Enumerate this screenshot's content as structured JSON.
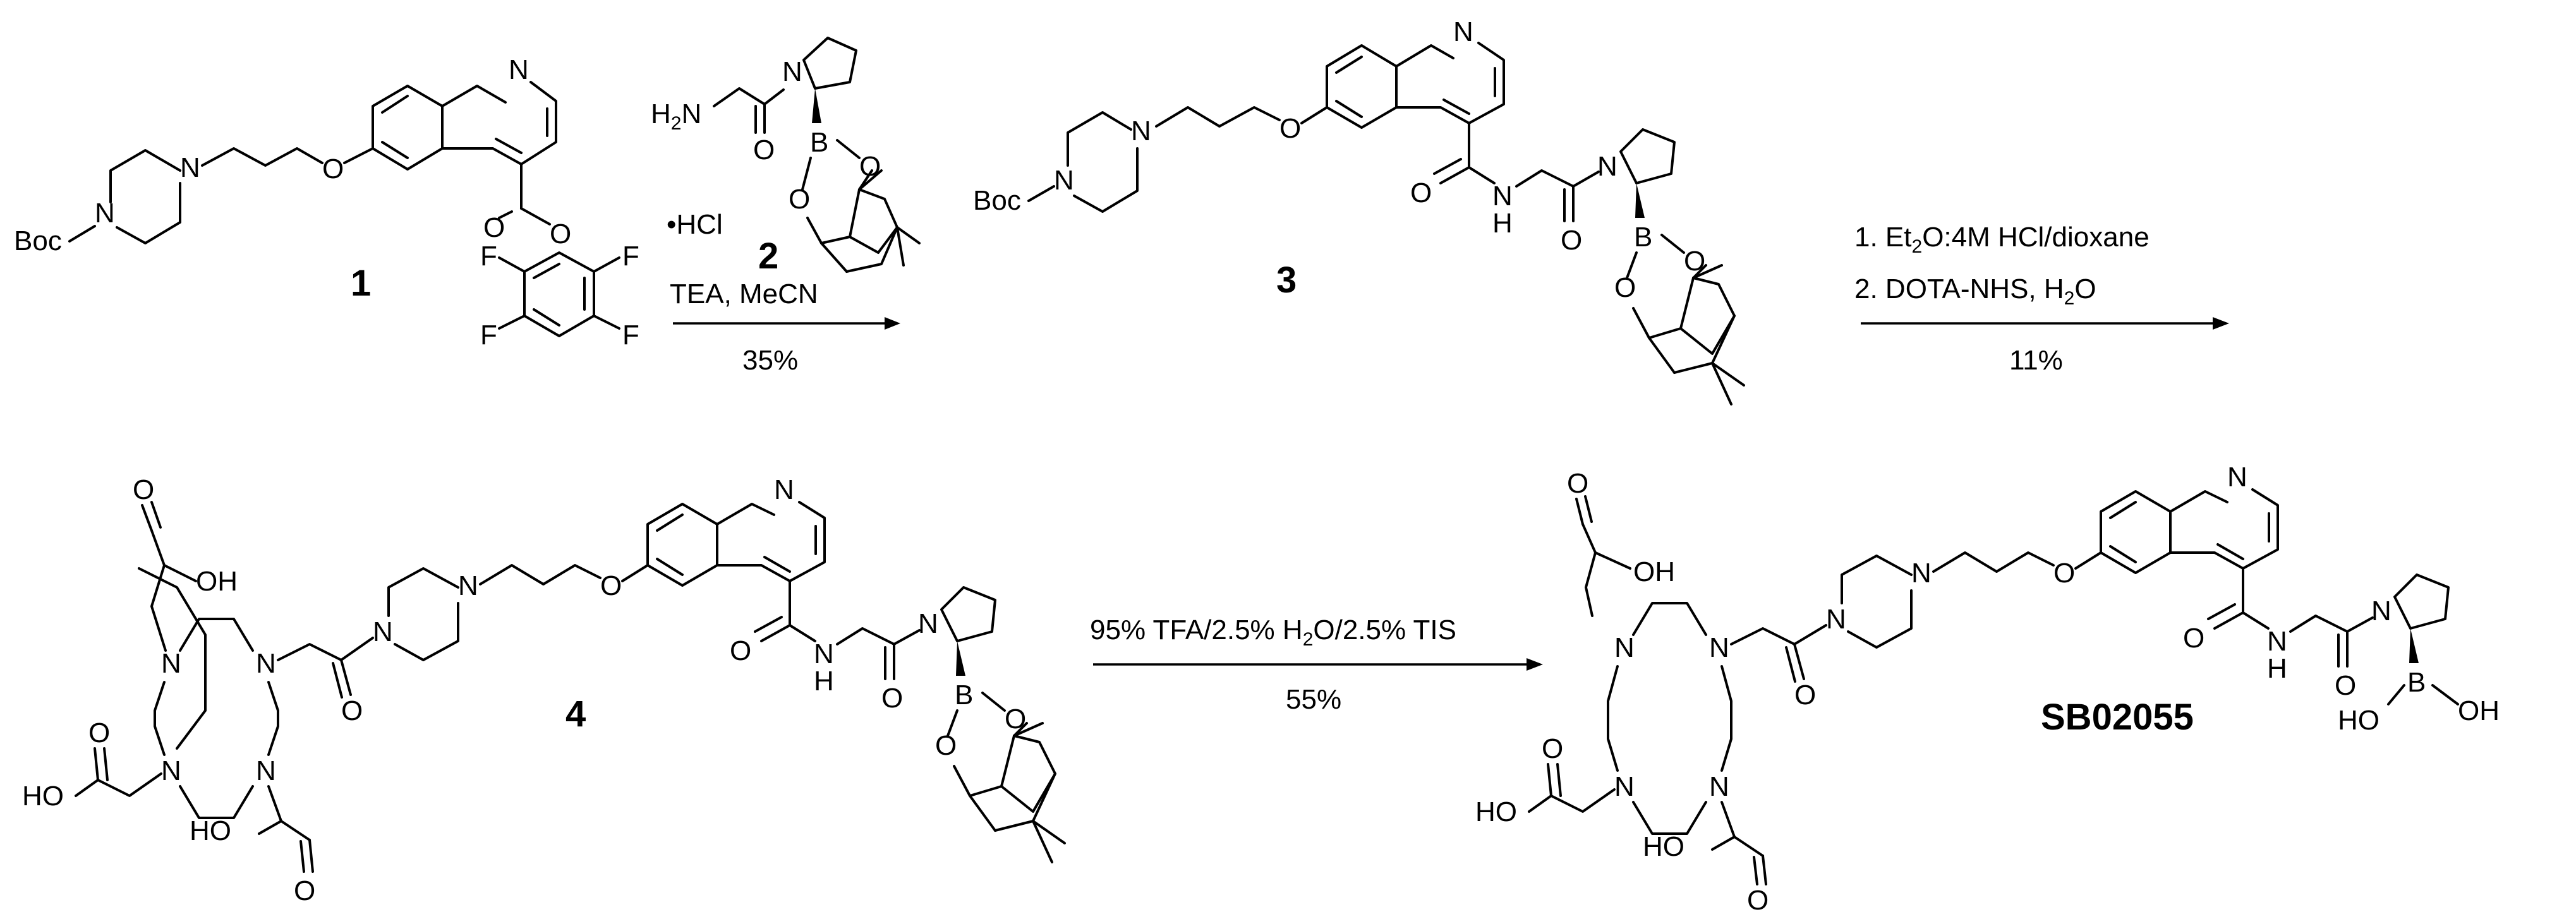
{
  "compounds": {
    "c1": "1",
    "c2": "2",
    "c3": "3",
    "c4": "4",
    "final": "SB02055"
  },
  "labels": {
    "N": "N",
    "O": "O",
    "B": "B",
    "F": "F",
    "H": "H",
    "OH": "OH",
    "HO": "HO",
    "Boc": "Boc",
    "H2N": "H",
    "H2N_sub": "2",
    "H2N_N": "N",
    "HCl": "•HCl"
  },
  "steps": {
    "step1": {
      "line1": "TEA, MeCN",
      "yield": "35%"
    },
    "step2": {
      "line1_pre": "1. Et",
      "line1_sub": "2",
      "line1_post": "O:4M HCl/dioxane",
      "line2_pre": "2. DOTA-NHS, H",
      "line2_sub": "2",
      "line2_post": "O",
      "yield": "11%"
    },
    "step3": {
      "line1_pre": "95% TFA/2.5% H",
      "line1_sub": "2",
      "line1_post": "O/2.5% TIS",
      "yield": "55%"
    }
  }
}
